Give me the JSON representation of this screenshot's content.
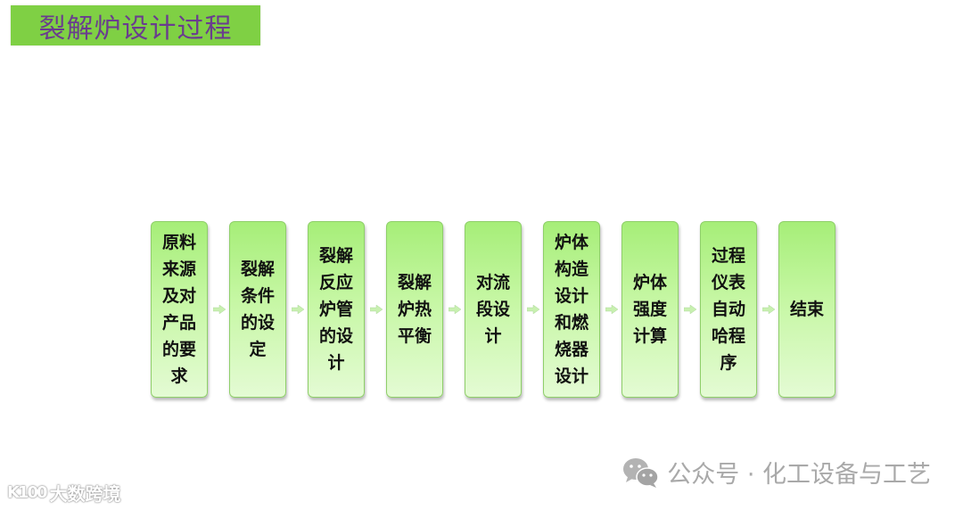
{
  "title": "裂解炉设计过程",
  "colors": {
    "title_bg": "#7fd044",
    "title_text": "#6a3d8e",
    "step_top": "#a6ee78",
    "step_bottom": "#e4fbd4",
    "arrow": "#c8f0b0",
    "watermark": "#a9a9a9"
  },
  "flow": {
    "steps": [
      {
        "label": "原料来源及对产品的要求"
      },
      {
        "label": "裂解条件的设定"
      },
      {
        "label": "裂解反应炉管的设计"
      },
      {
        "label": "裂解炉热平衡"
      },
      {
        "label": "对流段设计"
      },
      {
        "label": "炉体构造设计和燃烧器设计"
      },
      {
        "label": "炉体强度计算"
      },
      {
        "label": "过程仪表自动哈程序"
      },
      {
        "label": "结束"
      }
    ],
    "arrow_icon": "right-arrow-icon"
  },
  "watermark": {
    "icon": "wechat-icon",
    "text": "公众号 · 化工设备与工艺"
  },
  "corner_logo": {
    "mark": "K100",
    "text": "大数跨境"
  }
}
